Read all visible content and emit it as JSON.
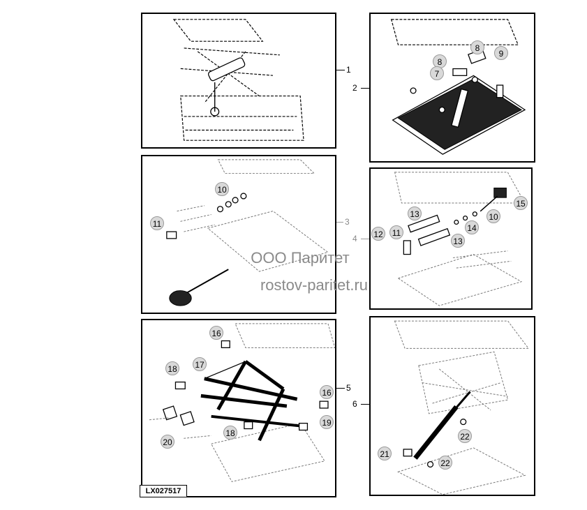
{
  "panels": [
    {
      "number": "1"
    },
    {
      "number": "2"
    },
    {
      "number": "3"
    },
    {
      "number": "4"
    },
    {
      "number": "5"
    },
    {
      "number": "6"
    }
  ],
  "callouts": {
    "p2": [
      "8",
      "8",
      "9",
      "7"
    ],
    "p3": [
      "10",
      "11"
    ],
    "p4": [
      "15",
      "13",
      "14",
      "10",
      "12",
      "11",
      "13"
    ],
    "p5": [
      "16",
      "17",
      "18",
      "16",
      "18",
      "19",
      "20"
    ],
    "p6": [
      "22",
      "21",
      "22"
    ]
  },
  "part_number": "LX027517",
  "watermark": {
    "line1": "ООО Паритет",
    "line2": "rostov-paritet.ru"
  }
}
